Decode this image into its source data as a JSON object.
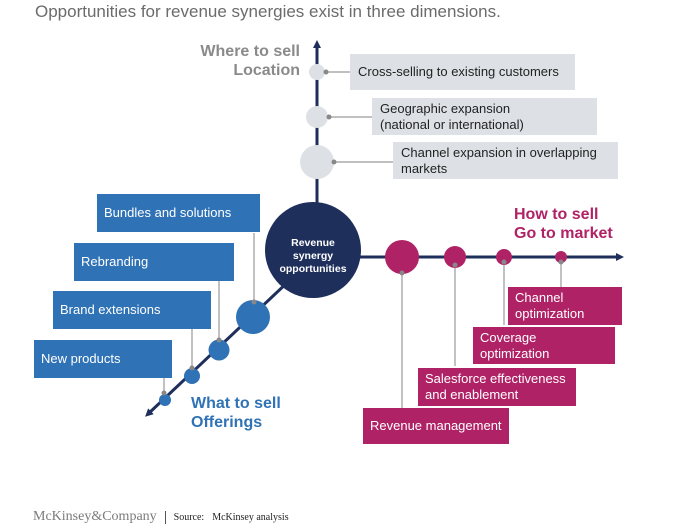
{
  "title": "Opportunities for revenue synergies exist in three dimensions.",
  "center": {
    "lines": [
      "Revenue",
      "synergy",
      "opportunities"
    ]
  },
  "colors": {
    "axis": "#1f2f5c",
    "center": "#1f2f5c",
    "location": "#dde1e6",
    "offerings": "#2f72b5",
    "go_to_market": "#b02266",
    "connector": "#9a9a9a"
  },
  "dimensions": {
    "location": {
      "heading": [
        "Where to sell",
        "Location"
      ],
      "items": [
        {
          "label": "Cross-selling to existing customers"
        },
        {
          "label": "Geographic expansion (national or international)"
        },
        {
          "label": "Channel expansion in overlapping markets"
        }
      ]
    },
    "offerings": {
      "heading": [
        "What to sell",
        "Offerings"
      ],
      "items": [
        {
          "label": "Bundles and solutions"
        },
        {
          "label": "Rebranding"
        },
        {
          "label": "Brand extensions"
        },
        {
          "label": "New products"
        }
      ]
    },
    "go_to_market": {
      "heading": [
        "How to sell",
        "Go to market"
      ],
      "items": [
        {
          "label": "Revenue management"
        },
        {
          "label": "Salesforce effectiveness and enablement"
        },
        {
          "label": "Coverage optimization"
        },
        {
          "label": "Channel optimization"
        }
      ]
    }
  },
  "footer": {
    "brand": "McKinsey&Company",
    "source_label": "Source:",
    "source_text": "McKinsey analysis"
  }
}
